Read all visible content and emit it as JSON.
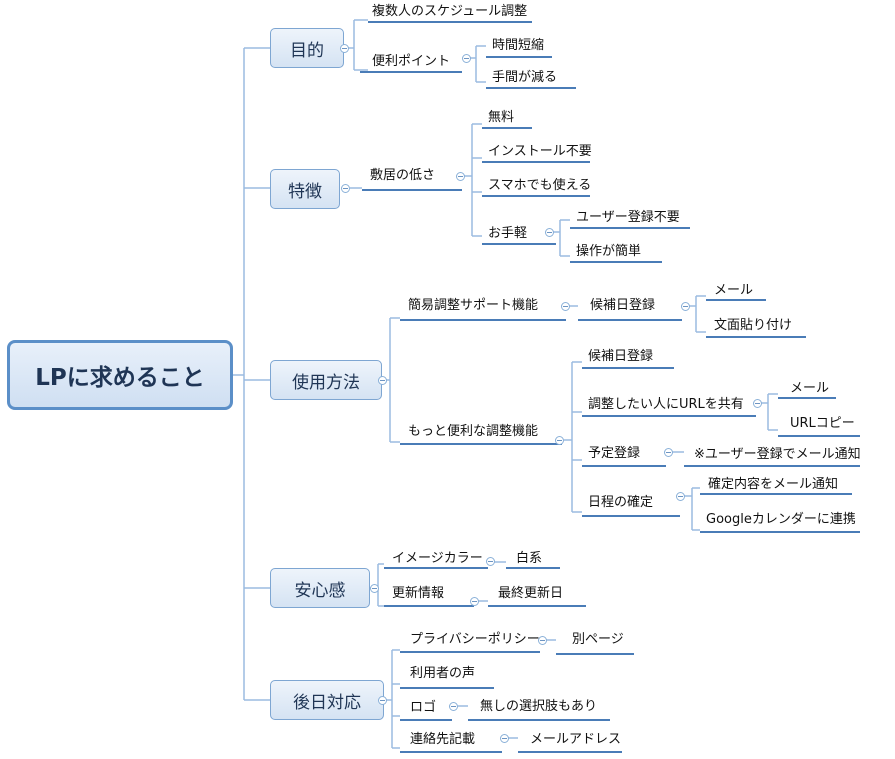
{
  "root": "LPに求めること",
  "mains": [
    {
      "label": "目的"
    },
    {
      "label": "特徴"
    },
    {
      "label": "使用方法"
    },
    {
      "label": "安心感"
    },
    {
      "label": "後日対応"
    }
  ],
  "labels": [
    "複数人のスケジュール調整",
    "便利ポイント",
    "時間短縮",
    "手間が減る",
    "敷居の低さ",
    "無料",
    "インストール不要",
    "スマホでも使える",
    "お手軽",
    "ユーザー登録不要",
    "操作が簡単",
    "簡易調整サポート機能",
    "候補日登録",
    "メール",
    "文面貼り付け",
    "もっと便利な調整機能",
    "候補日登録",
    "調整したい人にURLを共有",
    "メール",
    "URLコピー",
    "予定登録",
    "※ユーザー登録でメール通知",
    "日程の確定",
    "確定内容をメール通知",
    "Googleカレンダーに連携",
    "イメージカラー",
    "白系",
    "更新情報",
    "最終更新日",
    "プライバシーポリシー",
    "別ページ",
    "利用者の声",
    "ロゴ",
    "無しの選択肢もあり",
    "連絡先記載",
    "メールアドレス"
  ],
  "colors": {
    "line": "#4a7cb7",
    "connector": "#9bbbe0",
    "box_border": "#5b8fc8"
  }
}
